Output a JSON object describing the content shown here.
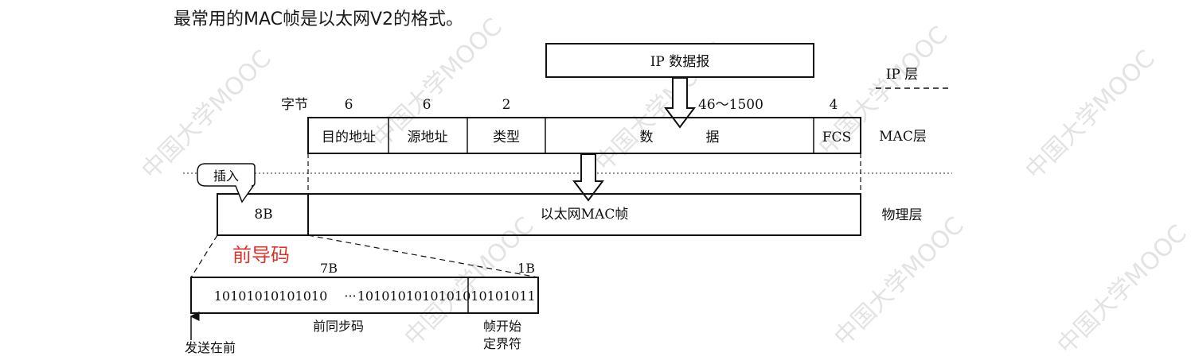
{
  "heading": "最常用的MAC帧是以太网V2的格式。",
  "watermarks": [
    "中国大学MOOC",
    "中国大学MOOC",
    "中国大学MOOC",
    "中国大学MOOC",
    "中国大学MOOC",
    "中国大学MOOC",
    "中国大学MOOC",
    "中国大学MOOC"
  ],
  "ip_layer": {
    "datagram_label": "IP 数据报",
    "layer_label": "IP 层"
  },
  "mac_layer": {
    "bytes_label": "字节",
    "byte_counts": [
      "6",
      "6",
      "2",
      "46～1500",
      "4"
    ],
    "fields": [
      "目的地址",
      "源地址",
      "类型",
      "数",
      "据",
      "FCS"
    ],
    "layer_label": "MAC层"
  },
  "physical_layer": {
    "insert_label": "插入",
    "preamble_size": "8B",
    "frame_label": "以太网MAC帧",
    "layer_label": "物理层"
  },
  "preamble_detail": {
    "title": "前导码",
    "size_7b": "7B",
    "size_1b": "1B",
    "bits_left": "10101010101010",
    "ellipsis": "···",
    "bits_right": "10101010101010",
    "sfd_bits": "10101011",
    "sync_label": "前同步码",
    "sfd_label_1": "帧开始",
    "sfd_label_2": "定界符",
    "send_first": "发送在前"
  },
  "colors": {
    "preamble_title": "#d9342b",
    "lines": "#111111",
    "watermark": "#e3e3e3"
  }
}
